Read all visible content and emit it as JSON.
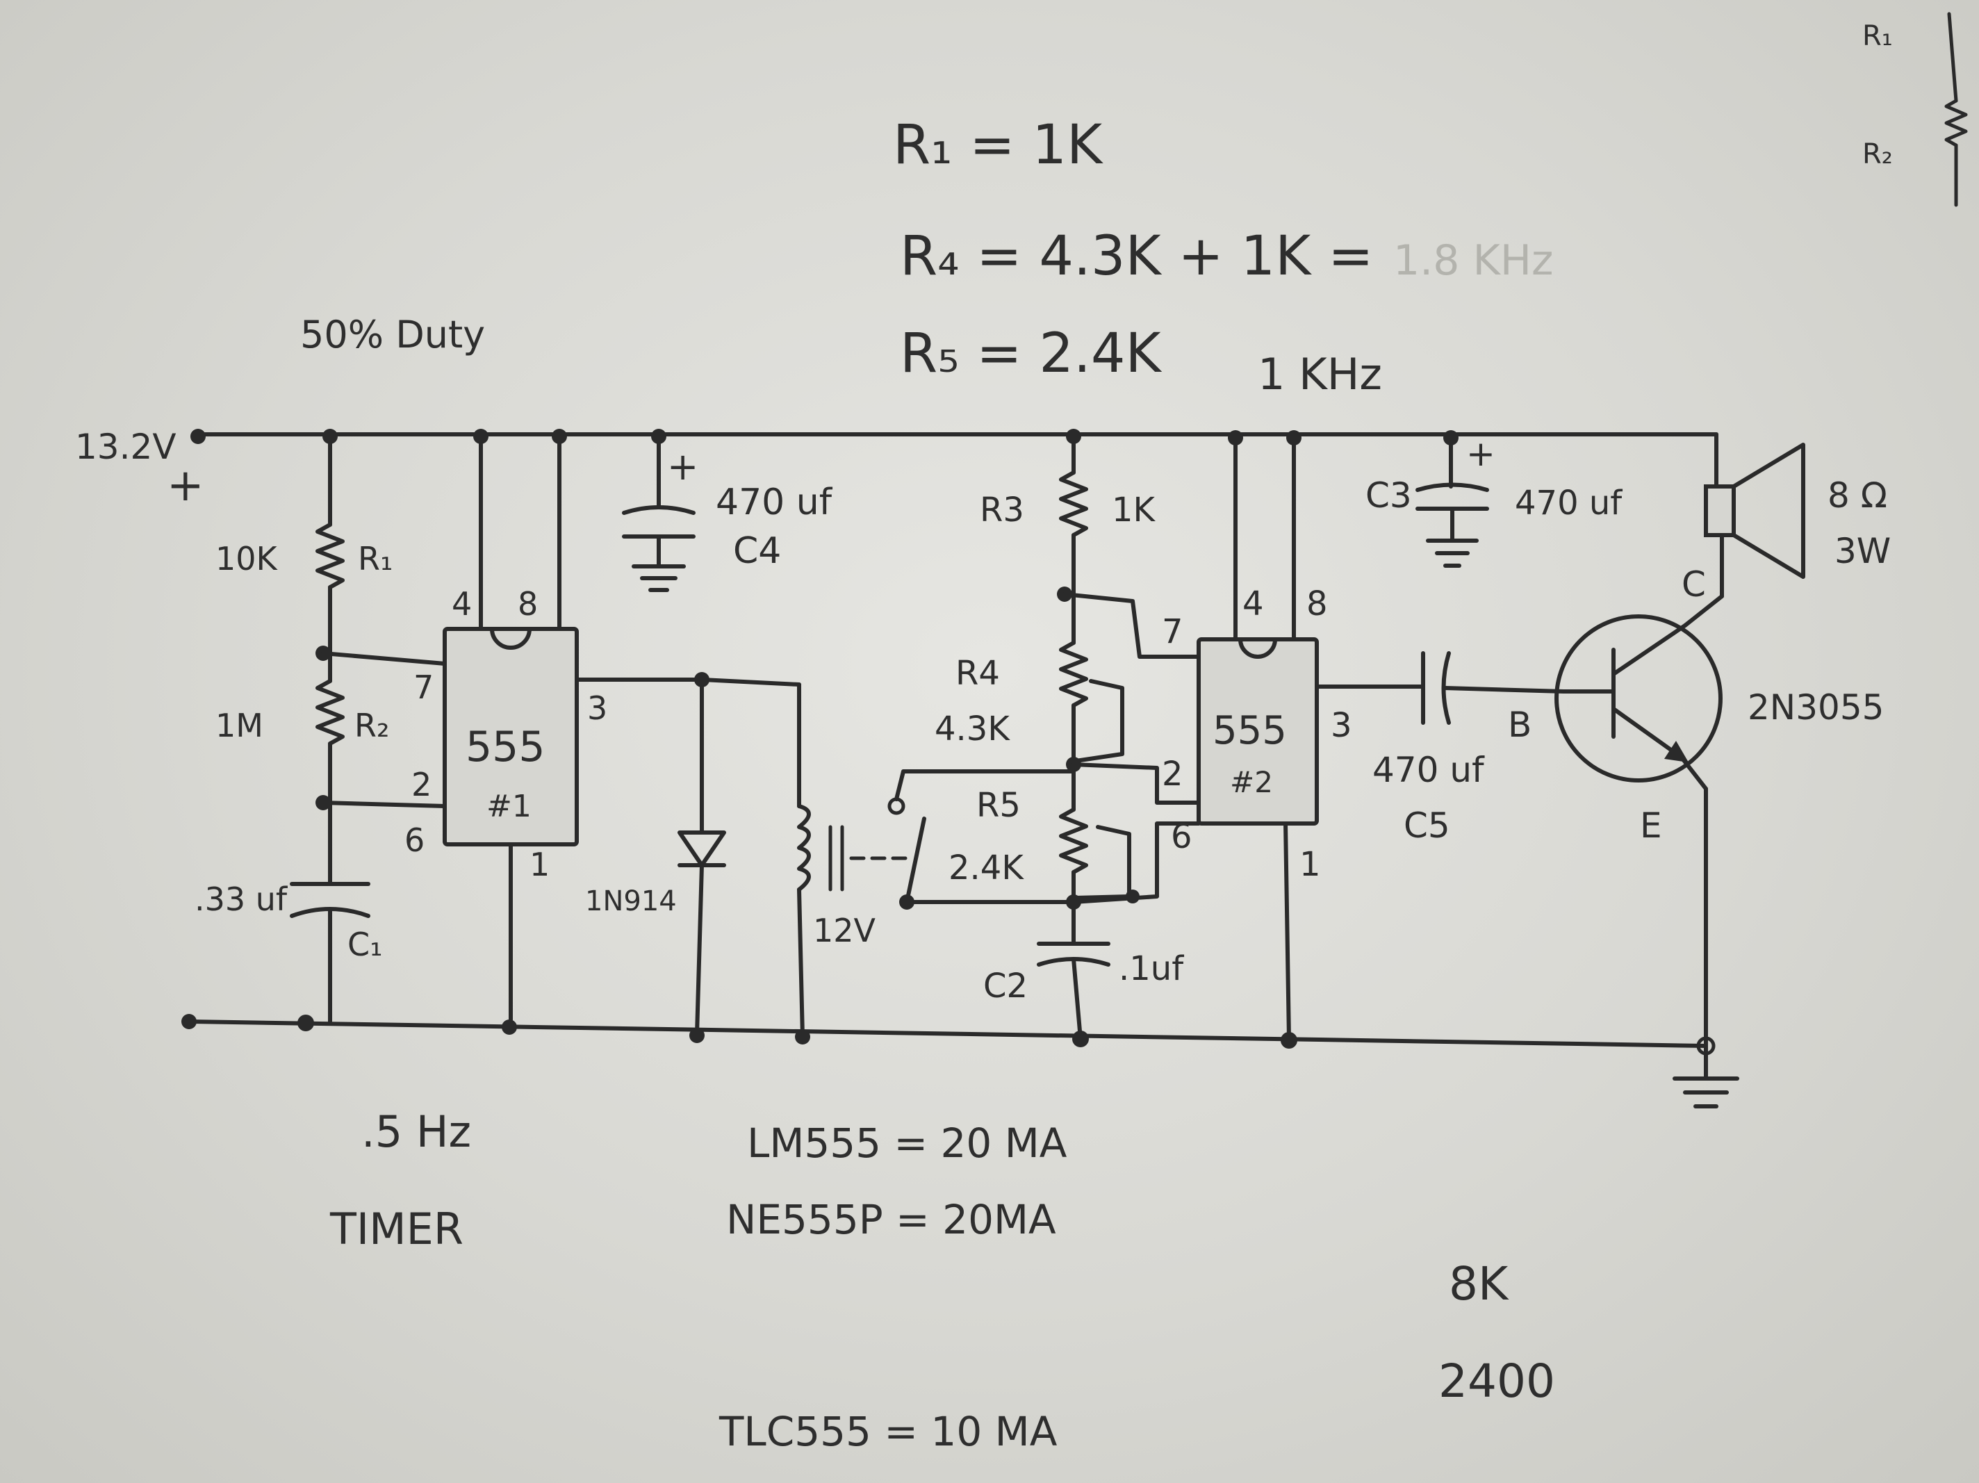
{
  "equations": {
    "r1": "R₁ = 1K",
    "r4": "R₄ = 4.3K + 1K =",
    "r4_faint": "1.8 KHz",
    "r5": "R₅ = 2.4K",
    "freq": "1 KHz"
  },
  "duty": "50% Duty",
  "supply": {
    "voltage": "13.2V",
    "plus": "+"
  },
  "timer1": {
    "chip": "555",
    "id": "#1",
    "pins": {
      "p4": "4",
      "p8": "8",
      "p7": "7",
      "p2": "2",
      "p6": "6",
      "p3": "3",
      "p1": "1"
    },
    "r1_value": "10K",
    "r1_label": "R₁",
    "r2_value": "1M",
    "r2_label": "R₂",
    "c1_value": ".33 uf",
    "c1_label": "C₁"
  },
  "c4": {
    "value": "470 uf",
    "label": "C4",
    "plus": "+"
  },
  "diode": "1N914",
  "relay": "12V",
  "timer2": {
    "chip": "555",
    "id": "#2",
    "pins": {
      "p4": "4",
      "p8": "8",
      "p7": "7",
      "p2": "2",
      "p6": "6",
      "p3": "3",
      "p1": "1"
    },
    "r3_label": "R3",
    "r3_value": "1K",
    "r4_label": "R4",
    "r4_value": "4.3K",
    "r5_label": "R5",
    "r5_value": "2.4K",
    "c2_label": "C2",
    "c2_value": ".1uf"
  },
  "c3": {
    "label": "C3",
    "value": "470 uf",
    "plus": "+"
  },
  "c5": {
    "value": "470 uf",
    "label": "C5"
  },
  "transistor": {
    "part": "2N3055",
    "c": "C",
    "b": "B",
    "e": "E"
  },
  "speaker": {
    "ohm": "8 Ω",
    "watt": "3W"
  },
  "inset": {
    "r1": "R₁",
    "r2": "R₂"
  },
  "notes": {
    "freq1": ".5 Hz",
    "timer": "TIMER",
    "lm555": "LM555 = 20 MA",
    "ne555p": "NE555P = 20MA",
    "tlc555": "TLC555 = 10 MA",
    "val_8k": "8K",
    "val_2400": "2400"
  },
  "colors": {
    "ink": "#2a2a2a",
    "paper": "#dcdcd7"
  }
}
